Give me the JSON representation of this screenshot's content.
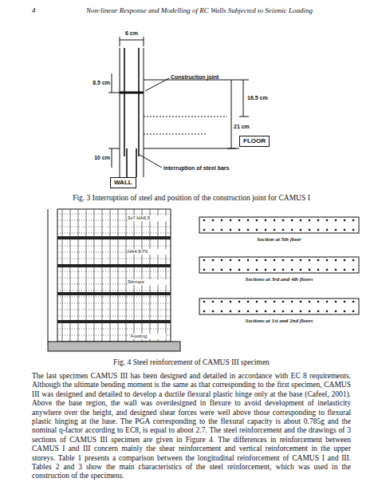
{
  "diagram": {
    "nodes": [
      {
        "text": [
          "FLOOR"
        ]
      },
      {
        "text": [
          "WALL"
        ]
      }
    ],
    "labels": [
      "4",
      "Non-linear Response and Modelling of RC Walls Subjected to Seismic Loading",
      "6 cm",
      "8.5 cm",
      "Construction joint",
      "16.5 cm",
      "21 cm",
      "10 cm",
      "Interruption of steel bars",
      "Fig. 3  Interruption of steel and position of the construction joint for CAMUS I",
      "3x7 HA6.5",
      "HA4.5/70",
      "Stirrups",
      "Footing",
      "Section at 5th floor",
      "Sections at 3rd and 4th floors",
      "Sections at 1st and 2nd floors",
      "Fig. 4  Steel reinforcement of CAMUS III specimen",
      "The last specimen CAMUS III has been designed and detailed in accordance with EC 8 requirements. Although the ultimate bending moment is the same as that corresponding to the first specimen, CAMUS III was designed and detailed to develop a ductile flexural plastic hinge only at the base (Cafeel, 2001). Above the base region, the wall was overdesigned in flexure to avoid development of inelasticity anywhere over the height, and designed shear forces were well above those corresponding to flexural plastic hinging at the base. The PGA corresponding to the flexural capacity is about 0.785g and the nominal q-factor according to EC8, is equal to about 2.7. The steel reinforcement and the drawings of 3 sections of CAMUS III specimen are given in Figure 4. The differences in reinforcement between CAMUS I and III concern mainly the shear reinforcement and vertical reinforcement in the upper storeys. Table 1 presents a comparison between the longitudinal reinforcement of CAMUS I and III. Tables 2 and 3 show the main characteristics of the steel reinforcement, which was used in the construction of the specimens."
    ]
  }
}
